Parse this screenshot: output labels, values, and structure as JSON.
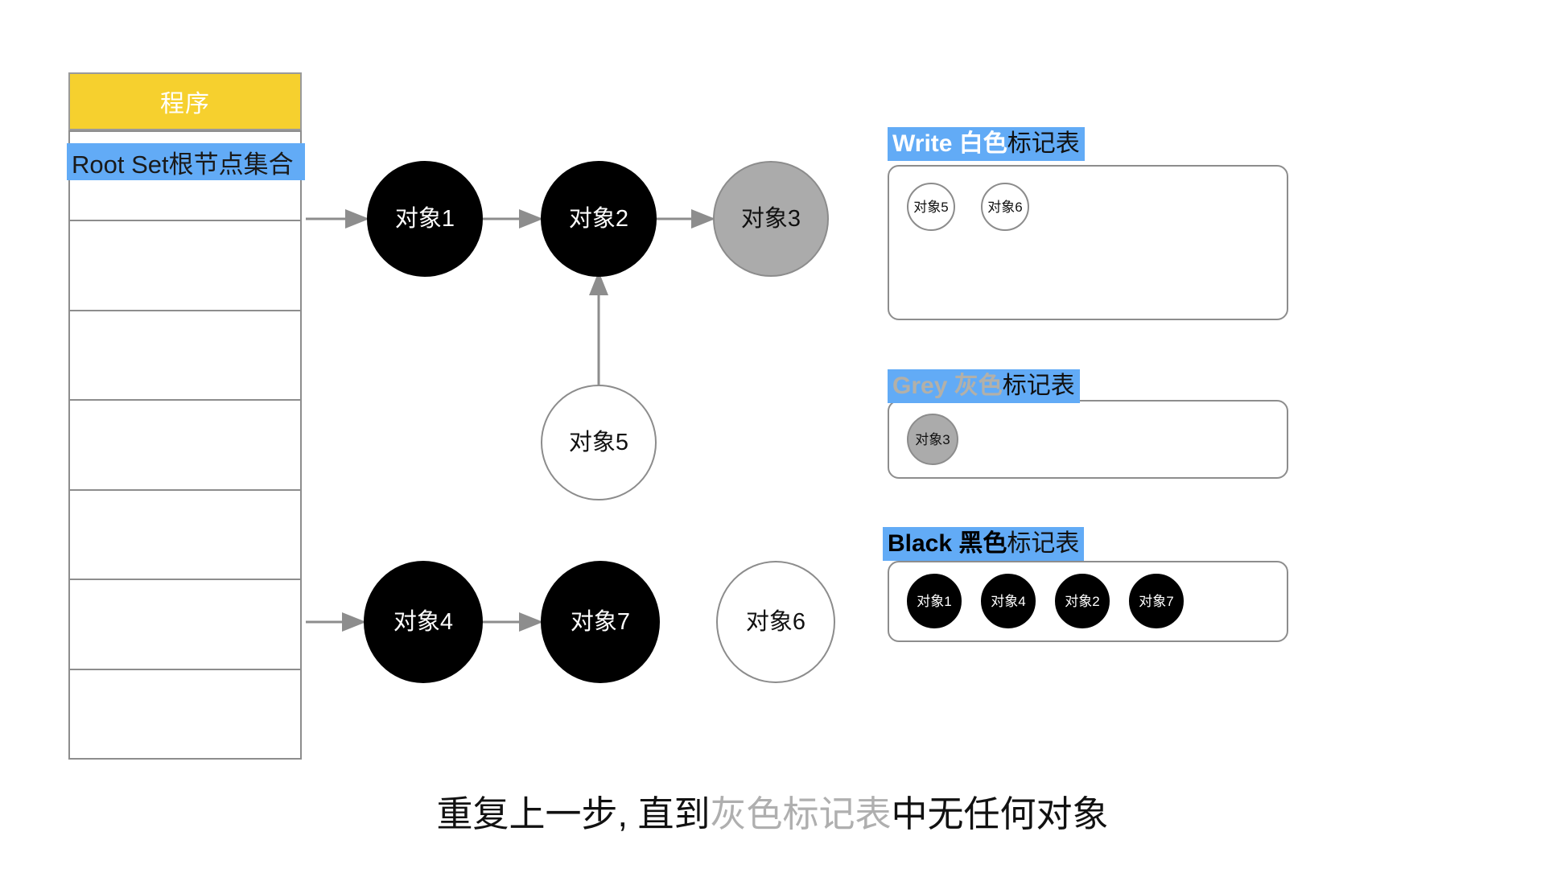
{
  "program": {
    "title": "程序",
    "root_set_label": "Root Set根节点集合",
    "stack_rows": 6,
    "header_color": "#F6D02E",
    "root_set_color": "#62ABF6"
  },
  "graph": {
    "nodes": [
      {
        "id": "obj1",
        "label": "对象1",
        "color": "black"
      },
      {
        "id": "obj2",
        "label": "对象2",
        "color": "black"
      },
      {
        "id": "obj3",
        "label": "对象3",
        "color": "grey"
      },
      {
        "id": "obj5",
        "label": "对象5",
        "color": "white"
      },
      {
        "id": "obj4",
        "label": "对象4",
        "color": "black"
      },
      {
        "id": "obj7",
        "label": "对象7",
        "color": "black"
      },
      {
        "id": "obj6",
        "label": "对象6",
        "color": "white"
      }
    ],
    "edges": [
      {
        "from": "root-set",
        "to": "obj1"
      },
      {
        "from": "obj1",
        "to": "obj2"
      },
      {
        "from": "obj2",
        "to": "obj3"
      },
      {
        "from": "obj5",
        "to": "obj2"
      },
      {
        "from": "root-set",
        "to": "obj4"
      },
      {
        "from": "obj4",
        "to": "obj7"
      }
    ]
  },
  "mark_tables": [
    {
      "id": "white",
      "keyword": "Write 白色",
      "tail": "标记表",
      "keyword_color": "#FFFFFF",
      "items": [
        {
          "label": "对象5",
          "color": "white"
        },
        {
          "label": "对象6",
          "color": "white"
        }
      ]
    },
    {
      "id": "grey",
      "keyword": "Grey 灰色",
      "tail": "标记表",
      "keyword_color": "#B3B0A8",
      "items": [
        {
          "label": "对象3",
          "color": "grey"
        }
      ]
    },
    {
      "id": "black",
      "keyword": "Black 黑色",
      "tail": "标记表",
      "keyword_color": "#000000",
      "items": [
        {
          "label": "对象1",
          "color": "black"
        },
        {
          "label": "对象4",
          "color": "black"
        },
        {
          "label": "对象2",
          "color": "black"
        },
        {
          "label": "对象7",
          "color": "black"
        }
      ]
    }
  ],
  "caption": {
    "prefix": "重复上一步, 直到",
    "highlight": "灰色标记表",
    "suffix": "中无任何对象",
    "highlight_color": "#AFAFAF"
  }
}
